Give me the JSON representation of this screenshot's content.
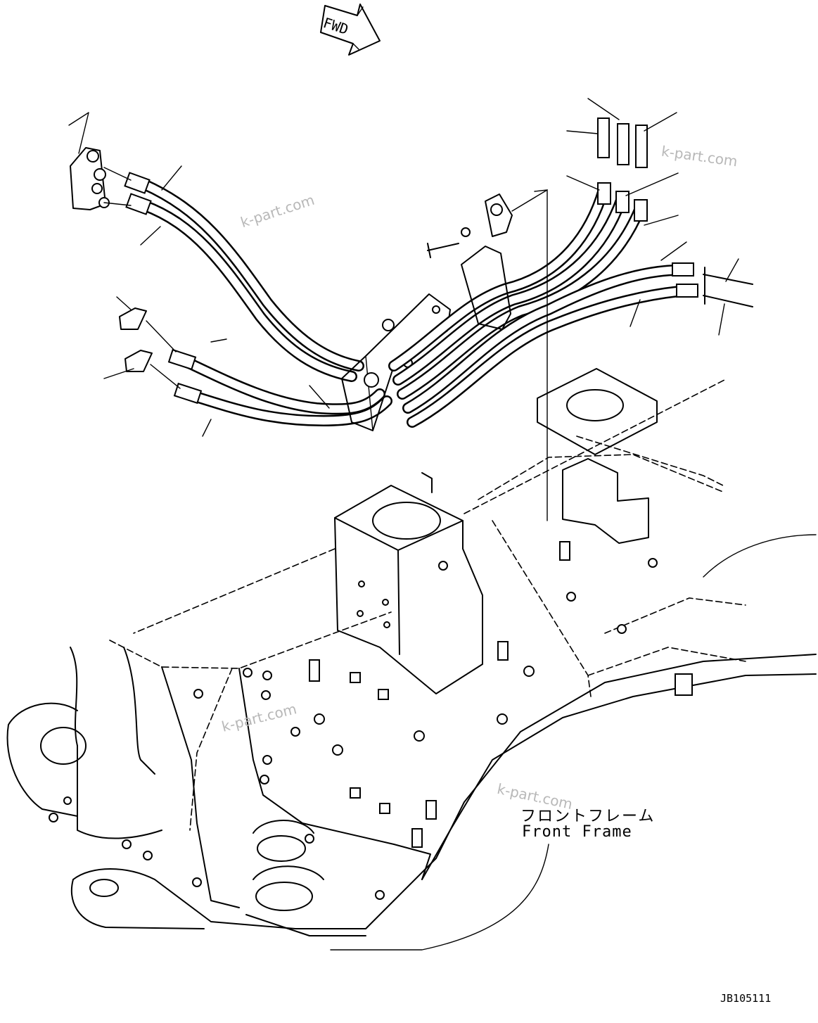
{
  "direction_arrow": {
    "label": "FWD"
  },
  "callouts": {
    "frame_label_jp": "フロントフレーム",
    "frame_label_en": "Front Frame"
  },
  "drawing_id": "JB105111",
  "watermarks": [
    "k-part.com",
    "k-part.com",
    "k-part.com",
    "k-part.com"
  ],
  "icons": {
    "direction": "fwd-arrow-icon"
  }
}
